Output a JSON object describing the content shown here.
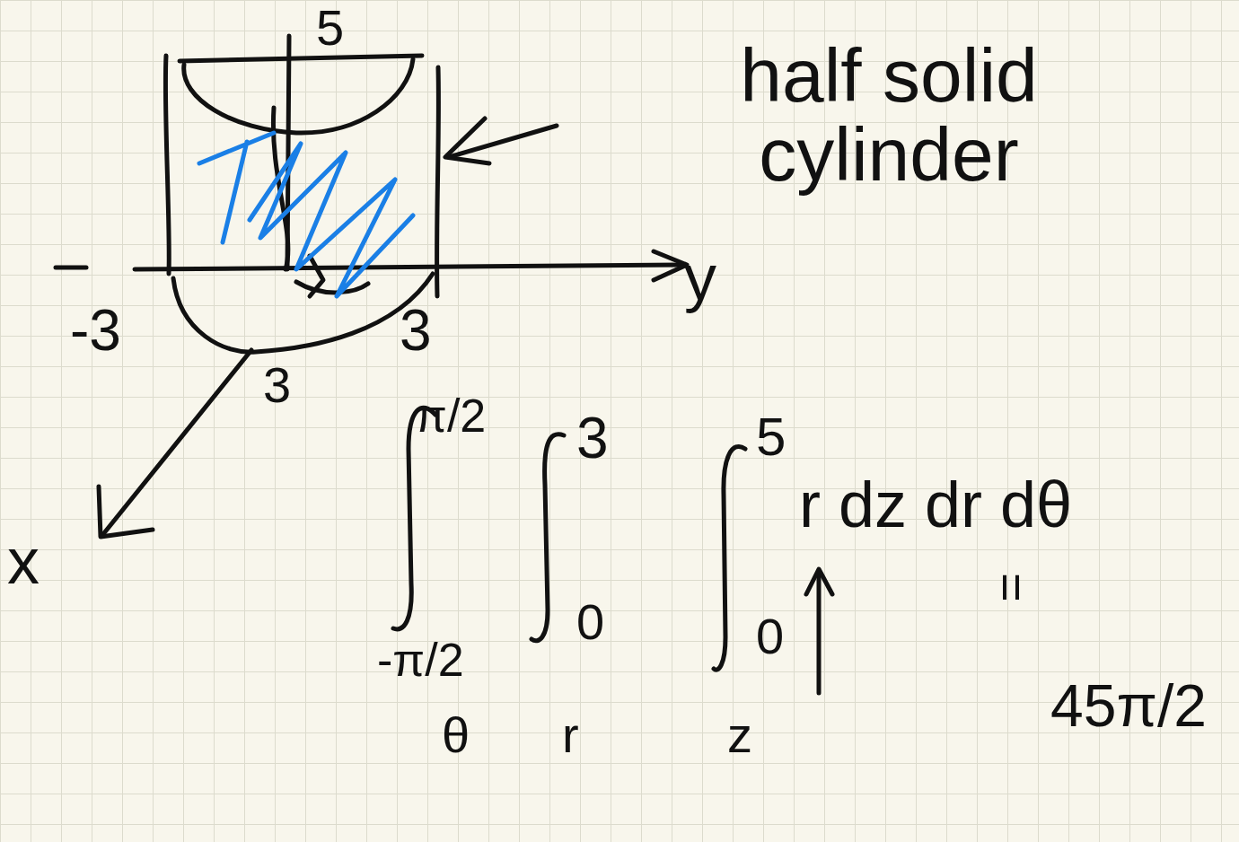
{
  "diagram": {
    "labels": [
      "5",
      "-3",
      "3",
      "3",
      "y",
      "x",
      "half solid cylinder",
      "π/2",
      "-π/2",
      "3",
      "0",
      "5",
      "0",
      "r dz dr dθ",
      "=",
      "45π/2",
      "θ",
      "r",
      "z"
    ]
  }
}
